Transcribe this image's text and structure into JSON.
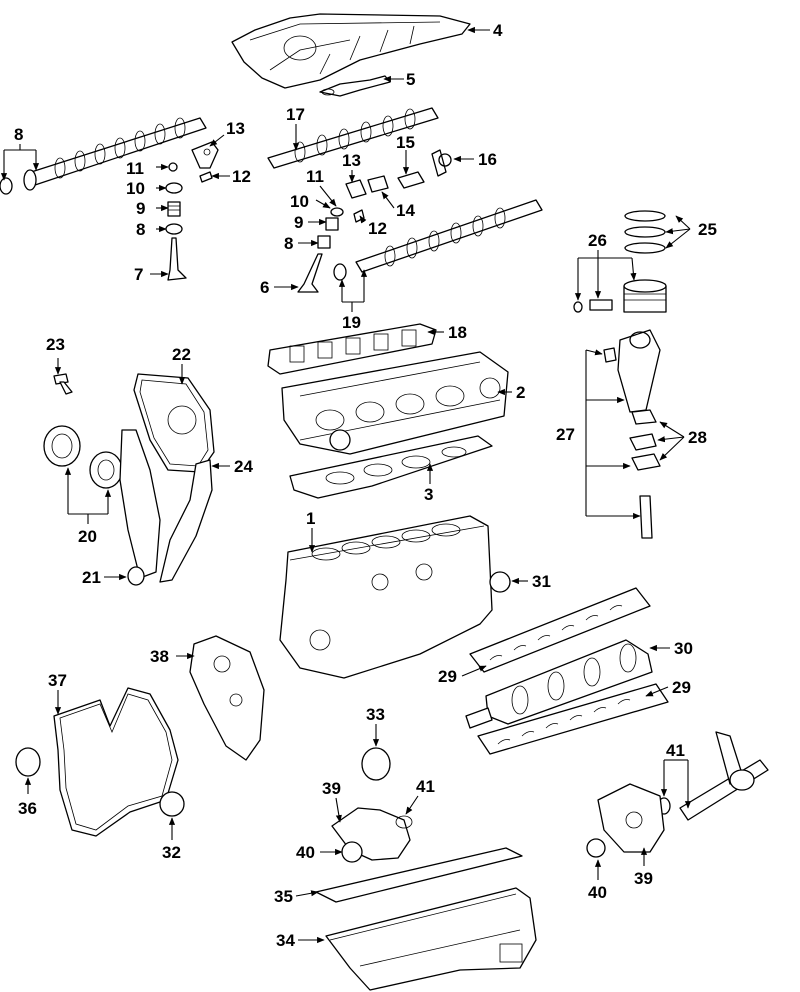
{
  "callouts": [
    {
      "id": "c4",
      "text": "4"
    },
    {
      "id": "c5",
      "text": "5"
    },
    {
      "id": "c8a",
      "text": "8"
    },
    {
      "id": "c13a",
      "text": "13"
    },
    {
      "id": "c11a",
      "text": "11"
    },
    {
      "id": "c12a",
      "text": "12"
    },
    {
      "id": "c10a",
      "text": "10"
    },
    {
      "id": "c9a",
      "text": "9"
    },
    {
      "id": "c8b",
      "text": "8"
    },
    {
      "id": "c7",
      "text": "7"
    },
    {
      "id": "c17",
      "text": "17"
    },
    {
      "id": "c13b",
      "text": "13"
    },
    {
      "id": "c15",
      "text": "15"
    },
    {
      "id": "c16",
      "text": "16"
    },
    {
      "id": "c11b",
      "text": "11"
    },
    {
      "id": "c10b",
      "text": "10"
    },
    {
      "id": "c14",
      "text": "14"
    },
    {
      "id": "c9b",
      "text": "9"
    },
    {
      "id": "c12b",
      "text": "12"
    },
    {
      "id": "c8c",
      "text": "8"
    },
    {
      "id": "c6",
      "text": "6"
    },
    {
      "id": "c19",
      "text": "19"
    },
    {
      "id": "c25",
      "text": "25"
    },
    {
      "id": "c26",
      "text": "26"
    },
    {
      "id": "c18",
      "text": "18"
    },
    {
      "id": "c2",
      "text": "2"
    },
    {
      "id": "c3",
      "text": "3"
    },
    {
      "id": "c23",
      "text": "23"
    },
    {
      "id": "c22",
      "text": "22"
    },
    {
      "id": "c24",
      "text": "24"
    },
    {
      "id": "c20",
      "text": "20"
    },
    {
      "id": "c21",
      "text": "21"
    },
    {
      "id": "c27",
      "text": "27"
    },
    {
      "id": "c28",
      "text": "28"
    },
    {
      "id": "c1",
      "text": "1"
    },
    {
      "id": "c31",
      "text": "31"
    },
    {
      "id": "c30",
      "text": "30"
    },
    {
      "id": "c29a",
      "text": "29"
    },
    {
      "id": "c29b",
      "text": "29"
    },
    {
      "id": "c38",
      "text": "38"
    },
    {
      "id": "c37",
      "text": "37"
    },
    {
      "id": "c36",
      "text": "36"
    },
    {
      "id": "c32",
      "text": "32"
    },
    {
      "id": "c33",
      "text": "33"
    },
    {
      "id": "c39a",
      "text": "39"
    },
    {
      "id": "c41a",
      "text": "41"
    },
    {
      "id": "c40a",
      "text": "40"
    },
    {
      "id": "c35",
      "text": "35"
    },
    {
      "id": "c34",
      "text": "34"
    },
    {
      "id": "c41b",
      "text": "41"
    },
    {
      "id": "c40b",
      "text": "40"
    },
    {
      "id": "c39b",
      "text": "39"
    }
  ]
}
